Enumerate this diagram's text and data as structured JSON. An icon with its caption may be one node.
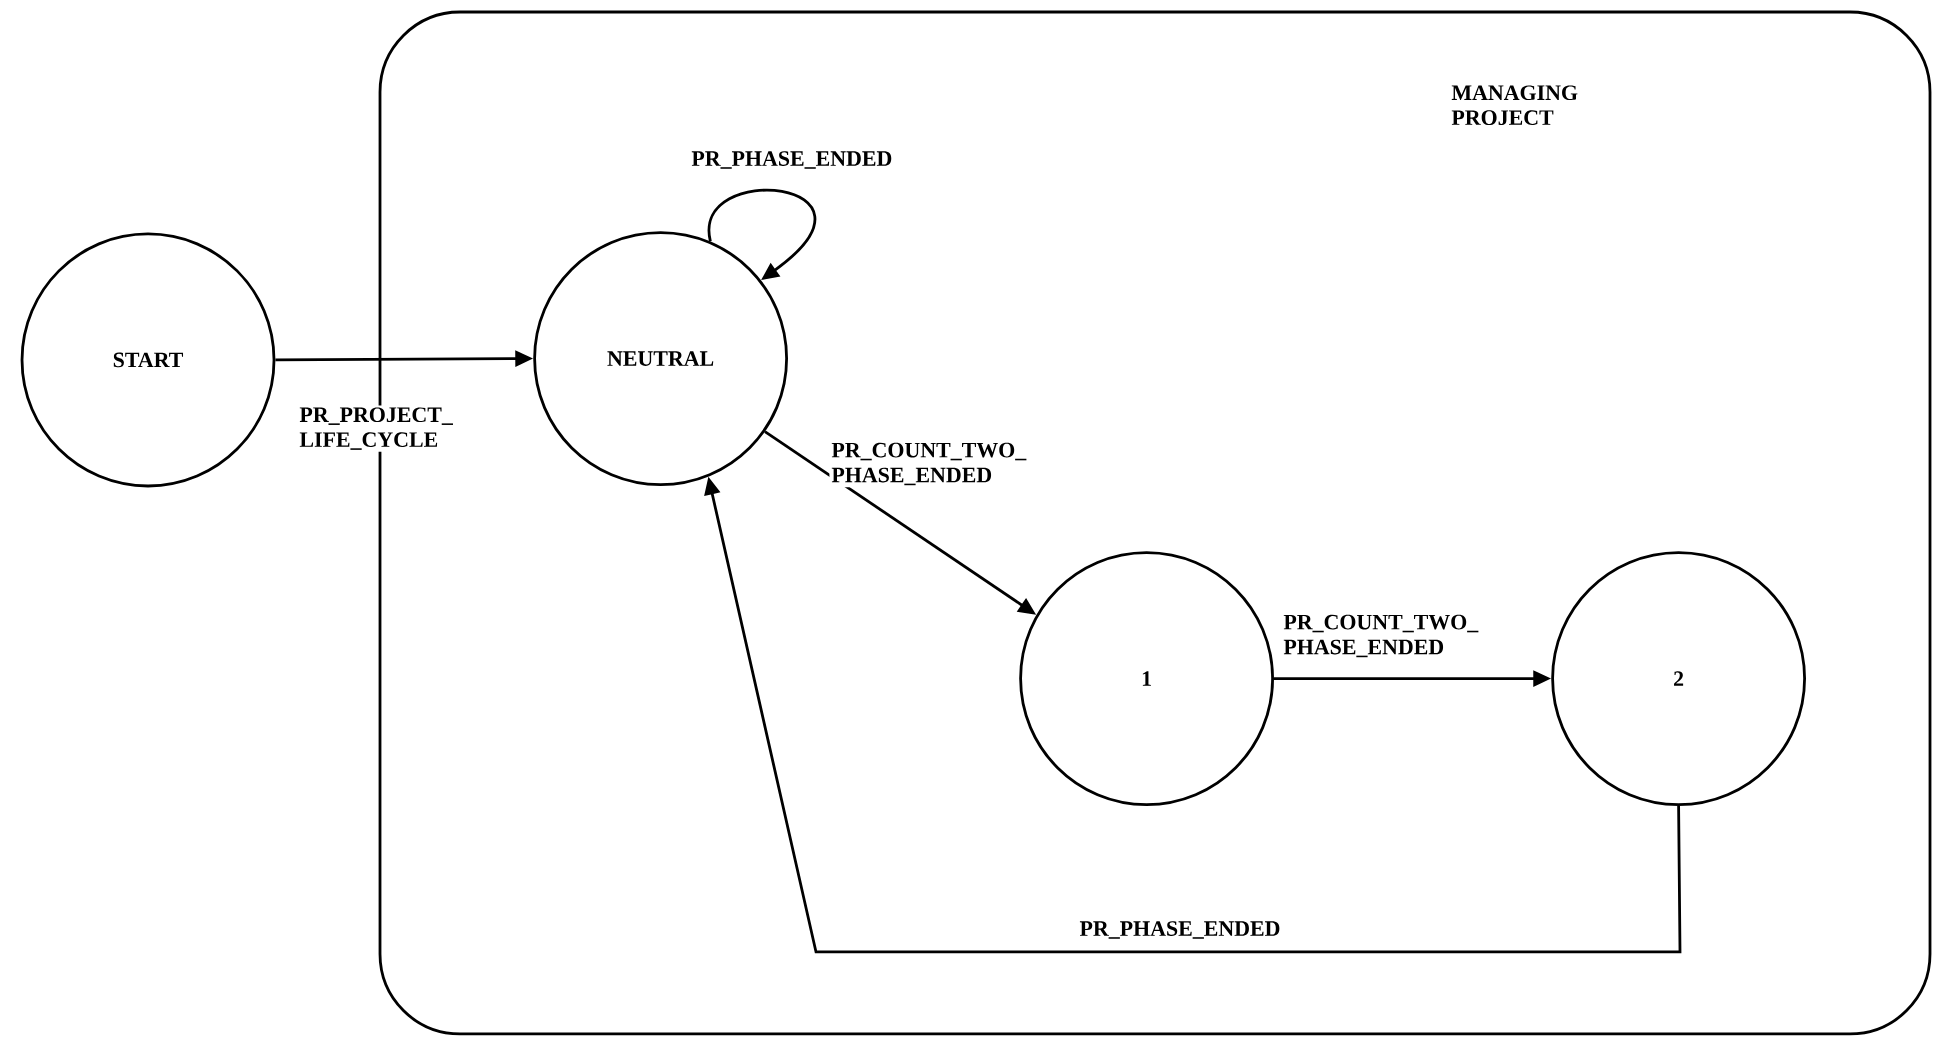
{
  "diagram": {
    "nodes": [
      {
        "text": [
          "MANAGING PROJECT"
        ]
      },
      {
        "text": [
          "START"
        ]
      },
      {
        "text": [
          "NEUTRAL"
        ],
        "in": 0
      },
      {
        "text": [
          "1"
        ],
        "in": 0
      },
      {
        "text": [
          "2"
        ],
        "in": 0
      }
    ],
    "edges": [
      {
        "from": 1,
        "to": 2,
        "arrow": "to",
        "label": "PR_PROJECT_ LIFE_CYCLE"
      },
      {
        "from": 2,
        "to": 2,
        "arrow": "to",
        "label": "PR_PHASE_ENDED"
      },
      {
        "from": 2,
        "to": 3,
        "arrow": "to",
        "label": "PR_COUNT_TWO_ PHASE_ENDED"
      },
      {
        "from": 3,
        "to": 4,
        "arrow": "to",
        "label": "PR_COUNT_TWO_ PHASE_ENDED"
      },
      {
        "from": 4,
        "to": 2,
        "arrow": "to",
        "label": "PR_PHASE_ENDED"
      }
    ]
  }
}
